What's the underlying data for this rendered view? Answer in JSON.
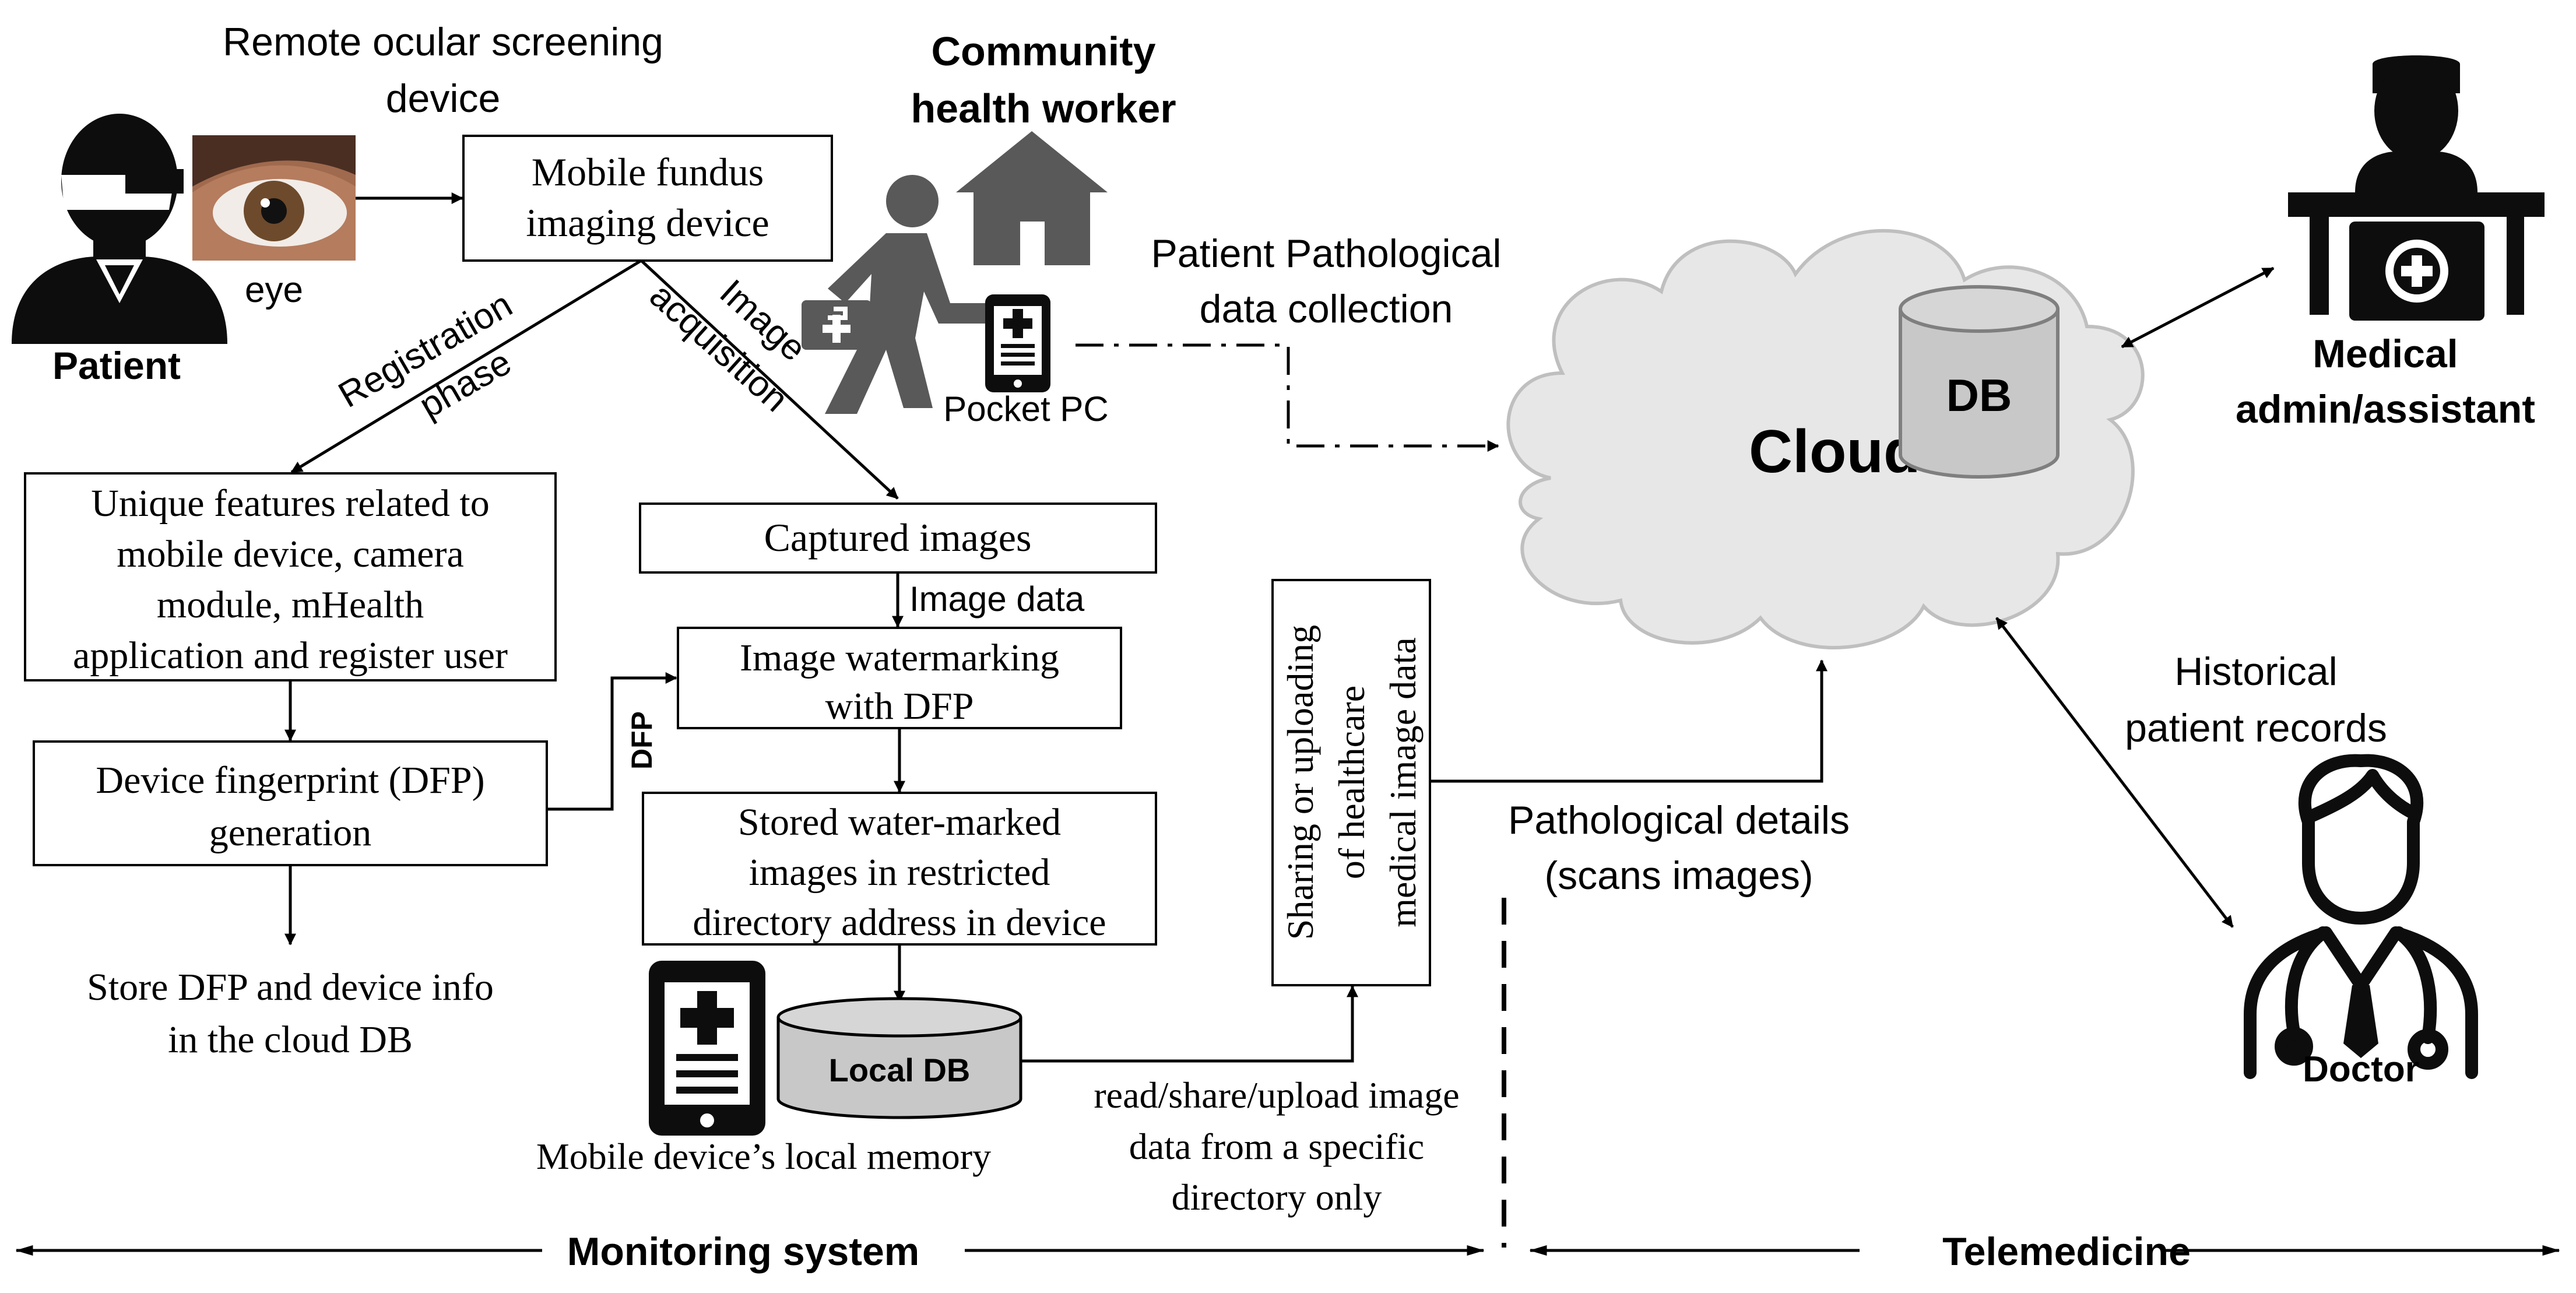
{
  "labels": {
    "remote_device_1": "Remote ocular screening",
    "remote_device_2": "device",
    "eye": "eye",
    "patient": "Patient",
    "chw_1": "Community",
    "chw_2": "health worker",
    "pocket_pc": "Pocket PC",
    "pathological_collection_1": "Patient Pathological",
    "pathological_collection_2": "data collection",
    "registration_1": "Registration",
    "registration_2": "phase",
    "acquisition_1": "Image",
    "acquisition_2": "acquisition",
    "image_data": "Image data",
    "dfp": "DFP",
    "store_dfp_1": "Store DFP and device info",
    "store_dfp_2": "in the cloud DB",
    "local_memory": "Mobile device’s local memory",
    "local_db": "Local DB",
    "read_share_1": "read/share/upload image",
    "read_share_2": "data from a specific",
    "read_share_3": "directory only",
    "sharing_1": "Sharing or uploading",
    "sharing_2": "of healthcare",
    "sharing_3": "medical image  data",
    "pathological_details_1": "Pathological details",
    "pathological_details_2": "(scans images)",
    "cloud": "Cloud",
    "db": "DB",
    "medical_admin_1": "Medical",
    "medical_admin_2": "admin/assistant",
    "historical_1": "Historical",
    "historical_2": "patient records",
    "doctor": "Doctor",
    "monitoring": "Monitoring system",
    "telemedicine": "Telemedicine"
  },
  "boxes": {
    "mobile_fundus_1": "Mobile fundus",
    "mobile_fundus_2": "imaging device",
    "unique_1": "Unique features related to",
    "unique_2": "mobile device, camera",
    "unique_3": "module, mHealth",
    "unique_4": "application and register user",
    "dfp_gen_1": "Device fingerprint (DFP)",
    "dfp_gen_2": "generation",
    "captured": "Captured images",
    "watermark_1": "Image watermarking",
    "watermark_2": "with DFP",
    "stored_1": "Stored water-marked",
    "stored_2": "images in restricted",
    "stored_3": "directory address in device"
  },
  "colors": {
    "cloud_fill": "#e7e7e7",
    "cloud_stroke": "#bfbfbf",
    "db_fill": "#c8c8c8",
    "icon_gray": "#595959",
    "icon_black": "#0d0d0d"
  }
}
